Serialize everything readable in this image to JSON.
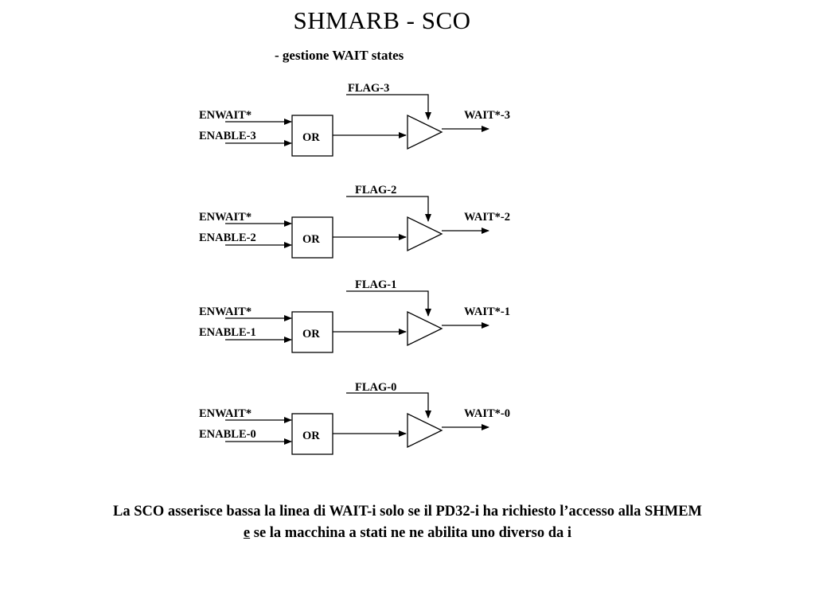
{
  "slide": {
    "title": "SHMARB - SCO",
    "subtitle": "- gestione WAIT states"
  },
  "diagram": {
    "blocks": [
      {
        "flag": "FLAG-3",
        "in1": "ENWAIT*",
        "in2": "ENABLE-3",
        "gate": "OR",
        "out": "WAIT*-3"
      },
      {
        "flag": "FLAG-2",
        "in1": "ENWAIT*",
        "in2": "ENABLE-2",
        "gate": "OR",
        "out": "WAIT*-2"
      },
      {
        "flag": "FLAG-1",
        "in1": "ENWAIT*",
        "in2": "ENABLE-1",
        "gate": "OR",
        "out": "WAIT*-1"
      },
      {
        "flag": "FLAG-0",
        "in1": "ENWAIT*",
        "in2": "ENABLE-0",
        "gate": "OR",
        "out": "WAIT*-0"
      }
    ]
  },
  "footer": {
    "line1": "La SCO asserisce bassa la linea di WAIT-i solo se il PD32-i ha richiesto l’accesso alla SHMEM",
    "line2_underlined": "e",
    "line2_rest": " se la macchina a stati ne ne abilita uno diverso da i"
  }
}
